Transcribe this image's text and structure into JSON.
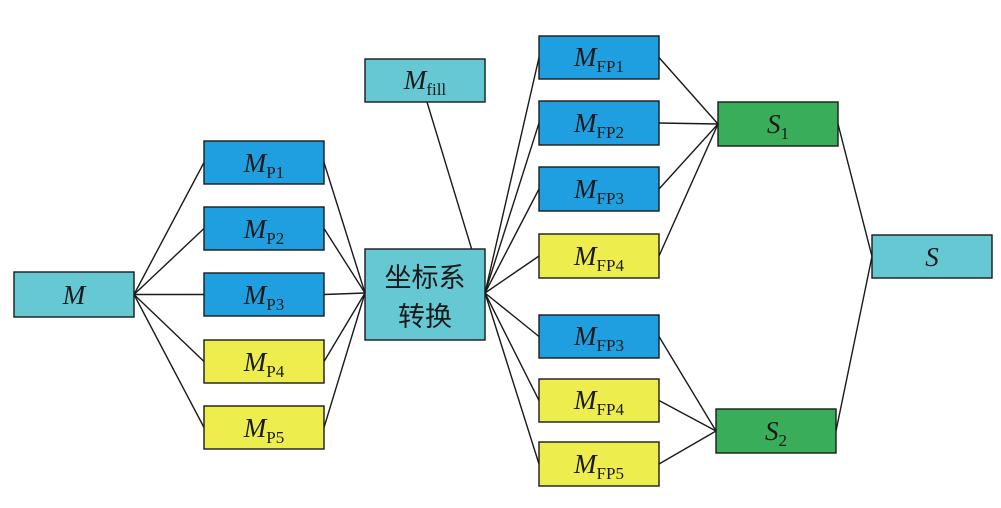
{
  "colors": {
    "cyan": "#66c8d3",
    "blue": "#1f9fe0",
    "yellow": "#eded4e",
    "green": "#39ad5a",
    "stroke": "#1a1a1a"
  },
  "nodes": {
    "m": {
      "main": "M",
      "sub": "",
      "color": "cyan"
    },
    "mp1": {
      "main": "M",
      "sub": "P1",
      "color": "blue"
    },
    "mp2": {
      "main": "M",
      "sub": "P2",
      "color": "blue"
    },
    "mp3": {
      "main": "M",
      "sub": "P3",
      "color": "blue"
    },
    "mp4": {
      "main": "M",
      "sub": "P4",
      "color": "yellow"
    },
    "mp5": {
      "main": "M",
      "sub": "P5",
      "color": "yellow"
    },
    "mfill": {
      "main": "M",
      "sub": "fill",
      "color": "cyan"
    },
    "coord": {
      "line1": "坐标系",
      "line2": "转换",
      "color": "cyan"
    },
    "mfp1_top": {
      "main": "M",
      "sub": "FP1",
      "color": "blue"
    },
    "mfp2_top": {
      "main": "M",
      "sub": "FP2",
      "color": "blue"
    },
    "mfp3_top": {
      "main": "M",
      "sub": "FP3",
      "color": "blue"
    },
    "mfp4_top": {
      "main": "M",
      "sub": "FP4",
      "color": "yellow"
    },
    "mfp3_bot": {
      "main": "M",
      "sub": "FP3",
      "color": "blue"
    },
    "mfp4_bot": {
      "main": "M",
      "sub": "FP4",
      "color": "yellow"
    },
    "mfp5_bot": {
      "main": "M",
      "sub": "FP5",
      "color": "yellow"
    },
    "s1": {
      "main": "S",
      "sub": "1",
      "color": "green"
    },
    "s2": {
      "main": "S",
      "sub": "2",
      "color": "green"
    },
    "s": {
      "main": "S",
      "sub": "",
      "color": "cyan"
    }
  },
  "edges": [
    [
      "m",
      "mp1"
    ],
    [
      "m",
      "mp2"
    ],
    [
      "m",
      "mp3"
    ],
    [
      "m",
      "mp4"
    ],
    [
      "m",
      "mp5"
    ],
    [
      "mp1",
      "coord"
    ],
    [
      "mp2",
      "coord"
    ],
    [
      "mp3",
      "coord"
    ],
    [
      "mp4",
      "coord"
    ],
    [
      "mp5",
      "coord"
    ],
    [
      "mfill",
      "coord"
    ],
    [
      "coord",
      "mfp1_top"
    ],
    [
      "coord",
      "mfp2_top"
    ],
    [
      "coord",
      "mfp3_top"
    ],
    [
      "coord",
      "mfp4_top"
    ],
    [
      "coord",
      "mfp3_bot"
    ],
    [
      "coord",
      "mfp4_bot"
    ],
    [
      "coord",
      "mfp5_bot"
    ],
    [
      "mfp1_top",
      "s1"
    ],
    [
      "mfp2_top",
      "s1"
    ],
    [
      "mfp3_top",
      "s1"
    ],
    [
      "mfp4_top",
      "s1"
    ],
    [
      "mfp3_bot",
      "s2"
    ],
    [
      "mfp4_bot",
      "s2"
    ],
    [
      "mfp5_bot",
      "s2"
    ],
    [
      "s1",
      "s"
    ],
    [
      "s2",
      "s"
    ]
  ]
}
